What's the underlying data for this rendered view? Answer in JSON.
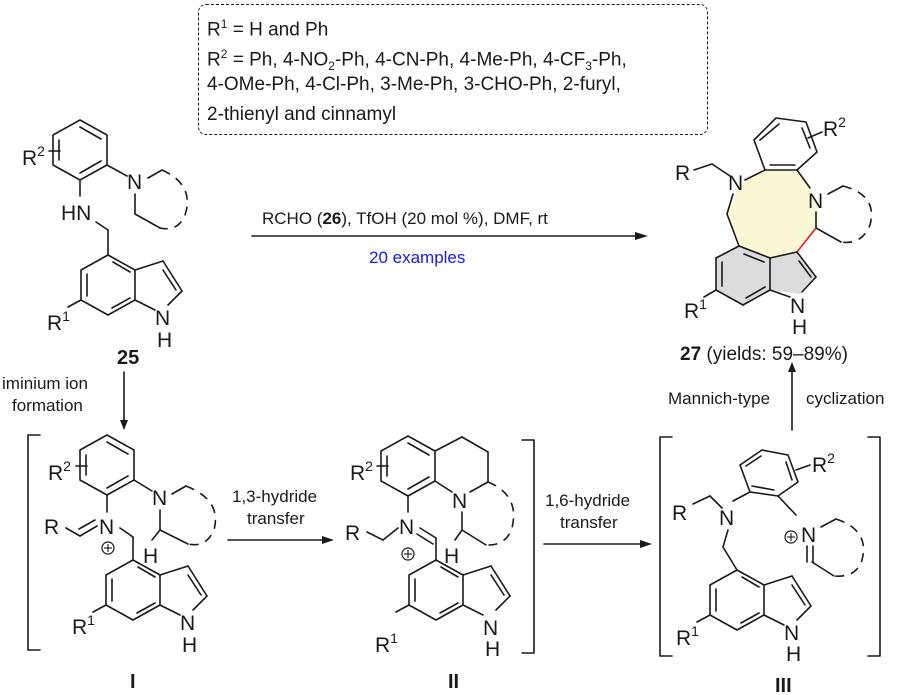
{
  "substituents": {
    "r1_line": {
      "prefix": "R",
      "sup": "1",
      "text": " = H and Ph"
    },
    "r2_line": {
      "prefix": "R",
      "sup": "2",
      "parts": [
        " = Ph, 4-NO",
        "2",
        "-Ph, 4-CN-Ph, 4-Me-Ph, 4-CF",
        "3",
        "-Ph,"
      ]
    },
    "line3": "4-OMe-Ph, 4-Cl-Ph, 3-Me-Ph, 3-CHO-Ph, 2-furyl,",
    "line4": "2-thienyl and cinnamyl"
  },
  "reaction": {
    "conditions_pre": "RCHO (",
    "conditions_bold": "26",
    "conditions_post": "), TfOH (20 mol %), DMF, rt",
    "examples": "20 examples",
    "examples_color": "#1a1ae8"
  },
  "compounds": {
    "start": {
      "label": "25"
    },
    "product": {
      "label": "27",
      "yield_text": " (yields: 59–89%)"
    },
    "intermediate1": {
      "label": "I"
    },
    "intermediate2": {
      "label": "II"
    },
    "intermediate3": {
      "label": "III"
    }
  },
  "steps": {
    "step1_line1": "iminium ion",
    "step1_line2": "formation",
    "step2_line1": "1,3-hydride",
    "step2_line2": "transfer",
    "step3_line1": "1,6-hydride",
    "step3_line2": "transfer",
    "step4_left": "Mannich-type",
    "step4_right": "cyclization"
  },
  "atoms": {
    "N": "N",
    "HN": "HN",
    "H": "H",
    "R": "R",
    "one": "1",
    "two": "2"
  },
  "colors": {
    "ring_highlight": "#fbf8d6",
    "indole_highlight": "#dcdcdc",
    "new_bond": "#e8211d"
  }
}
